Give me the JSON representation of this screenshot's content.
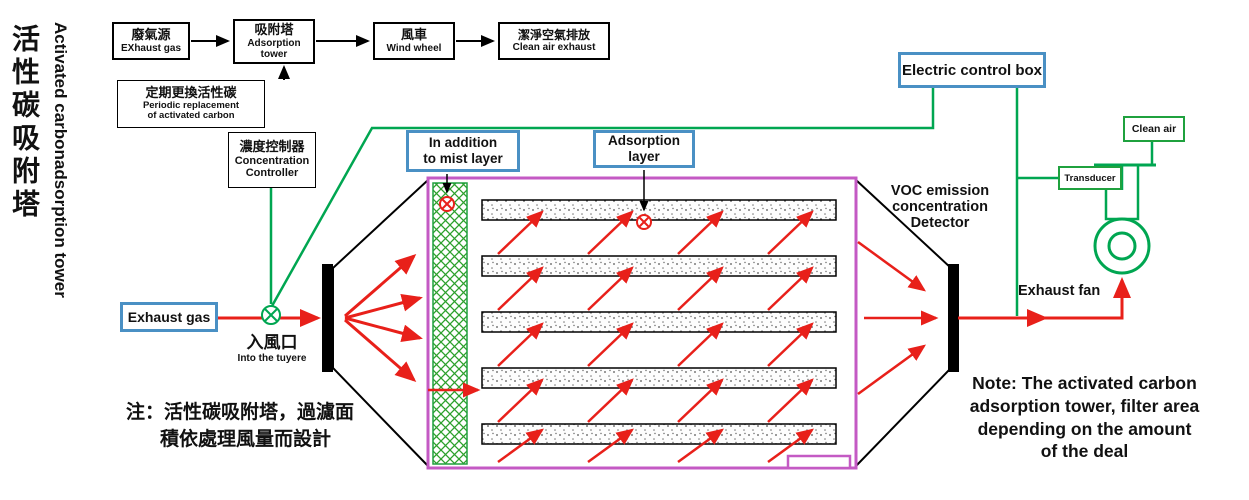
{
  "side_title": {
    "zh": "活性碳吸附塔",
    "en": "Activated carbonadsorption tower"
  },
  "flow": {
    "source_zh": "廢氣源",
    "source_en": "EXhaust gas",
    "tower_zh": "吸附塔",
    "tower_en1": "Adsorption",
    "tower_en2": "tower",
    "wheel_zh": "風車",
    "wheel_en": "Wind wheel",
    "clean_zh": "潔淨空氣排放",
    "clean_en": "Clean air exhaust",
    "periodic_zh": "定期更換活性碳",
    "periodic_en1": "Periodic replacement",
    "periodic_en2": "of activated carbon",
    "conc_zh": "濃度控制器",
    "conc_en1": "Concentration",
    "conc_en2": "Controller"
  },
  "labels": {
    "electric": "Electric control box",
    "mist1": "In addition",
    "mist2": "to mist layer",
    "ads1": "Adsorption",
    "ads2": "layer",
    "exhaust_gas": "Exhaust gas",
    "inlet_zh": "入風口",
    "inlet_en": "Into the tuyere",
    "voc1": "VOC emission",
    "voc2": "concentration",
    "voc3": "Detector",
    "transducer": "Transducer",
    "clean_air": "Clean air",
    "exhaust_fan": "Exhaust fan"
  },
  "notes": {
    "zh1": "注：活性碳吸附塔，過濾面",
    "zh2": "積依處理風量而設計",
    "en1": "Note:  The activated carbon",
    "en2": "adsorption tower, filter area",
    "en3": "depending on the amount",
    "en4": "of the deal"
  },
  "colors": {
    "green": "#00a651",
    "red": "#e8201a",
    "magenta": "#c45ac4",
    "blue": "#4a90c4"
  }
}
